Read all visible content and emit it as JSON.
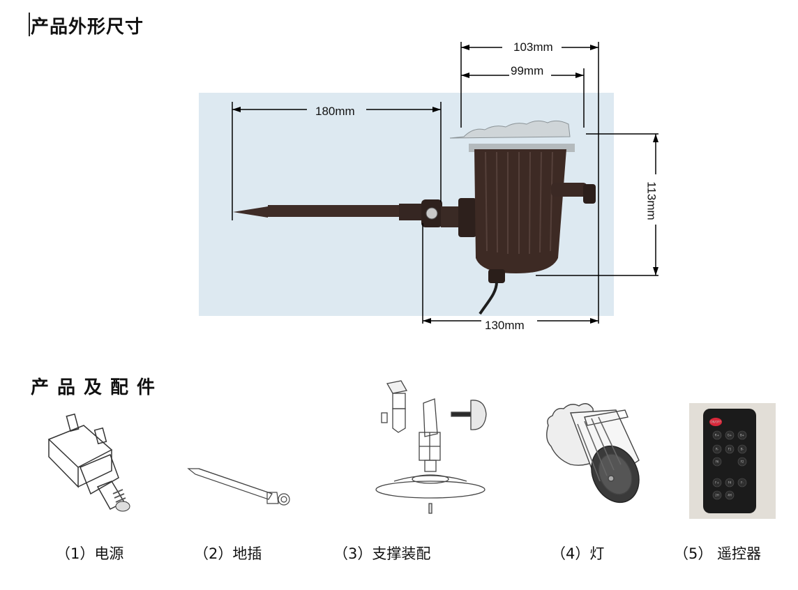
{
  "section_titles": {
    "dimensions": "产品外形尺寸",
    "parts": "产品及配件"
  },
  "dimensions": {
    "top_width": "103mm",
    "inner_width": "99mm",
    "stake_length": "180mm",
    "height": "113mm",
    "bottom_width": "130mm"
  },
  "accessories": [
    {
      "caption": "（1）电源",
      "icon": "power-adapter-icon"
    },
    {
      "caption": "（2）地插",
      "icon": "ground-stake-icon"
    },
    {
      "caption": "（3）支撑装配",
      "icon": "bracket-assembly-icon"
    },
    {
      "caption": "（4）灯",
      "icon": "lamp-icon"
    },
    {
      "caption": "（5）  遥控器",
      "icon": "remote-control-icon"
    }
  ],
  "remote_labels": [
    "ON/OFF",
    "R+",
    "G+",
    "B+",
    "R-",
    "B-",
    "F1",
    "F6",
    "F2",
    "F+",
    "F4",
    "F-",
    "2H",
    "4H"
  ],
  "colors": {
    "photo_background": "#dde9f1",
    "lamp_body": "#3d2a24",
    "remote_body": "#1b1b1b",
    "power_button": "#d8283a"
  }
}
